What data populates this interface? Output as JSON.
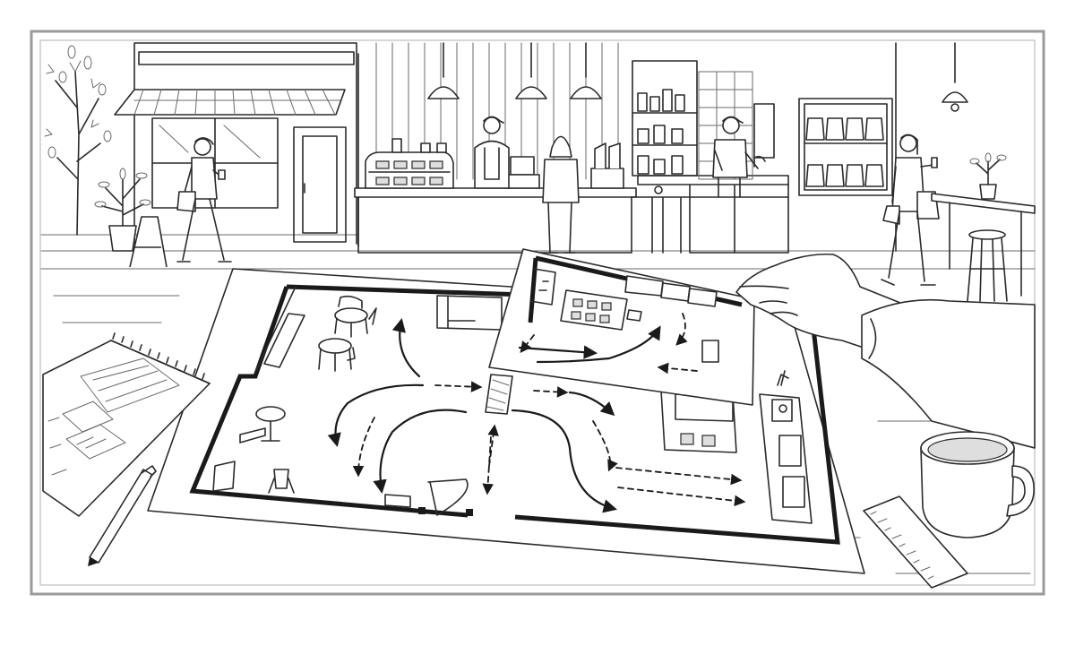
{
  "scene": {
    "kind": "line-art illustration",
    "palette": {
      "ink": "#1a1a1a",
      "line": "#2a2a2a",
      "paper": "#ffffff",
      "frame": "#999999"
    },
    "icons": [
      "floor-plan",
      "flow-arrow",
      "notepad",
      "pen",
      "coffee-mug",
      "ruler",
      "pendant-lamp",
      "potted-plant",
      "pastry-case",
      "espresso-machine"
    ]
  }
}
